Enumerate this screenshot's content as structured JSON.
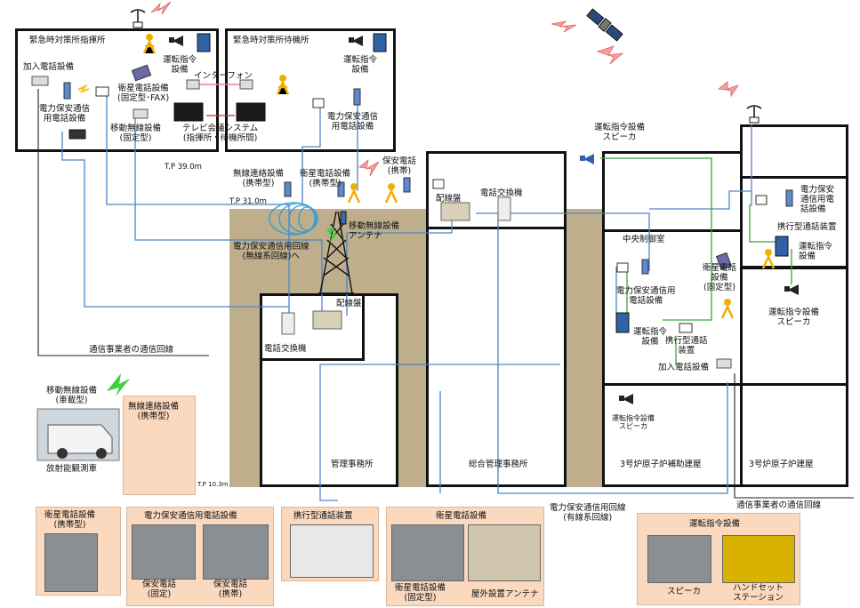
{
  "rooms": {
    "command_post": "緊急時対策所指揮所",
    "standby_room": "緊急時対策所待機所",
    "central_control": "中央制御室",
    "admin_office": "管理事務所",
    "general_admin_office": "総合管理事務所",
    "unit3_aux_building": "3号炉原子炉補助建屋",
    "unit3_reactor_building": "3号炉原子炉建屋"
  },
  "labels": {
    "operation_command_cp": "運転指令\n設備",
    "subscriber_phone_cp": "加入電話設備",
    "sat_phone_fixed_fax": "衛星電話設備\n(固定型･FAX)",
    "interphone": "インターフォン",
    "power_phone_cp": "電力保安通信\n用電話設備",
    "mobile_radio_fixed": "移動無線設備\n(固定型)",
    "tv_conf": "テレビ会議システム\n(指揮所・待機所間)",
    "operation_command_sb": "運転指令\n設備",
    "power_phone_sb": "電力保安通信\n用電話設備",
    "tp39": "T.P 39.0m",
    "tp31": "T.P 31.0m",
    "tp10": "T.P 10.3m",
    "radio_handheld_top": "無線連絡設備\n(携帯型)",
    "sat_phone_portable_top": "衛星電話設備\n(携帯型)",
    "safety_phone_portable": "保安電話\n(携帯)",
    "mobile_radio_antenna": "移動無線設備\nアンテナ",
    "power_line_radio": "電力保安通信用回線\n(無線系回線)へ",
    "distribution_board_1": "配線盤",
    "phone_exchange_1": "電話交換機",
    "distribution_board_2": "配線盤",
    "phone_exchange_2": "電話交換機",
    "speaker_top": "運転指令設備\nスピーカ",
    "power_phone_cc": "電力保安通信用\n電話設備",
    "sat_phone_fixed_cc": "衛星電話\n設備\n(固定型)",
    "operation_command_cc": "運転指令\n設備",
    "portable_call_cc": "携行型通話\n装置",
    "subscriber_phone_cc": "加入電話設備",
    "speaker_aux": "運転指令設備\nスピーカ",
    "power_phone_r3": "電力保安\n通信用電\n話設備",
    "portable_call_r3": "携行型通話装置",
    "operation_command_r3": "運転指令\n設備",
    "speaker_r3": "運転指令設備\nスピーカ",
    "carrier_line_left": "通信事業者の通信回線",
    "carrier_line_right": "通信事業者の通信回線",
    "power_line_wired": "電力保安通信用回線\n(有線系回線)",
    "mobile_radio_vehicle": "移動無線設備\n(車載型)",
    "radiation_vehicle": "放射能観測車"
  },
  "panels": {
    "radio_handheld": {
      "title": "無線連絡設備\n(携帯型)"
    },
    "sat_phone_portable": {
      "title": "衛星電話設備\n(携帯型)"
    },
    "power_phone": {
      "title": "電力保安通信用電話設備",
      "cap1": "保安電話\n(固定)",
      "cap2": "保安電話\n(携帯)"
    },
    "portable_call": {
      "title": "携行型通話装置"
    },
    "sat_phone": {
      "title": "衛星電話設備",
      "cap1": "衛星電話設備\n(固定型)",
      "cap2": "屋外設置アンテナ"
    },
    "operation_command": {
      "title": "運転指令設備",
      "cap1": "スピーカ",
      "cap2": "ハンドセット\nステーション"
    }
  },
  "colors": {
    "terrain": "#bfae8c",
    "panel": "#fbd9bf",
    "blue_line": "#4a86c8",
    "green_line": "#3aa43a",
    "pink_line": "#e87aa8",
    "lightning": "#f07070"
  }
}
